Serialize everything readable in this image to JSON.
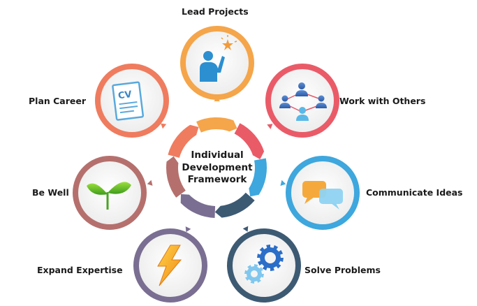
{
  "center": {
    "line1": "Individual",
    "line2": "Development",
    "line3": "Framework"
  },
  "nodes": [
    {
      "label": "Lead Projects",
      "icon": "person-with-star-icon",
      "color": "#f5a54a"
    },
    {
      "label": "Work with Others",
      "icon": "connected-people-icon",
      "color": "#ea5b68"
    },
    {
      "label": "Communicate Ideas",
      "icon": "chat-bubbles-icon",
      "color": "#3ea7dd"
    },
    {
      "label": "Solve Problems",
      "icon": "gears-icon",
      "color": "#3d5a73"
    },
    {
      "label": "Expand Expertise",
      "icon": "lightning-bolt-icon",
      "color": "#7a6e92"
    },
    {
      "label": "Be Well",
      "icon": "sprout-icon",
      "color": "#b5706d"
    },
    {
      "label": "Plan Career",
      "icon": "cv-document-icon",
      "color": "#ef7c5e"
    }
  ]
}
